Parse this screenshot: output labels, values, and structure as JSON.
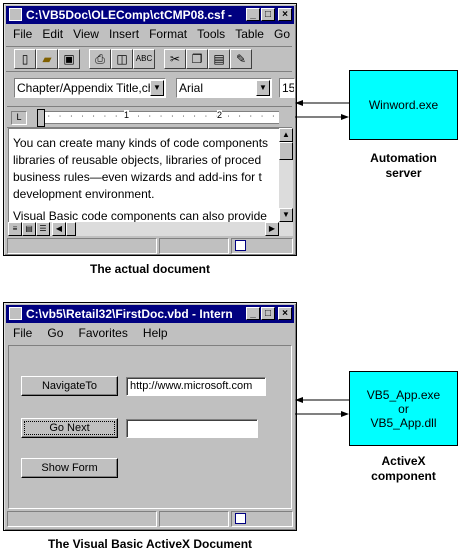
{
  "word_window": {
    "title": "C:\\VB5Doc\\OLEComp\\ctCMP08.csf -",
    "menus": [
      "File",
      "Edit",
      "View",
      "Insert",
      "Format",
      "Tools",
      "Table",
      "Go"
    ],
    "style_combo": "Chapter/Appendix Title,cht",
    "font_combo": "Arial",
    "size_combo": "15",
    "ruler_numbers": [
      "1",
      "2"
    ],
    "paragraphs": [
      "You can create many kinds of code components",
      "libraries of reusable objects, libraries of proced",
      "business rules—even wizards and add-ins for t",
      "development environment.",
      "Visual Basic code components can also provide"
    ],
    "caption": "The actual document"
  },
  "server": {
    "box_label": "Winword.exe",
    "caption_line1": "Automation",
    "caption_line2": "server"
  },
  "ie_window": {
    "title": "C:\\vb5\\Retail32\\FirstDoc.vbd - Intern",
    "menus": [
      "File",
      "Go",
      "Favorites",
      "Help"
    ],
    "navigate_button": "NavigateTo",
    "url_value": "http://www.microsoft.com",
    "go_next_button": "Go Next",
    "next_value": "",
    "show_form_button": "Show Form",
    "caption": "The Visual Basic ActiveX Document"
  },
  "component": {
    "line1": "VB5_App.exe",
    "line2": "or",
    "line3": "VB5_App.dll",
    "caption_line1": "ActiveX",
    "caption_line2": "component"
  },
  "colors": {
    "titlebar": "#000080",
    "box": "#00ffff",
    "chrome": "#c0c0c0"
  }
}
